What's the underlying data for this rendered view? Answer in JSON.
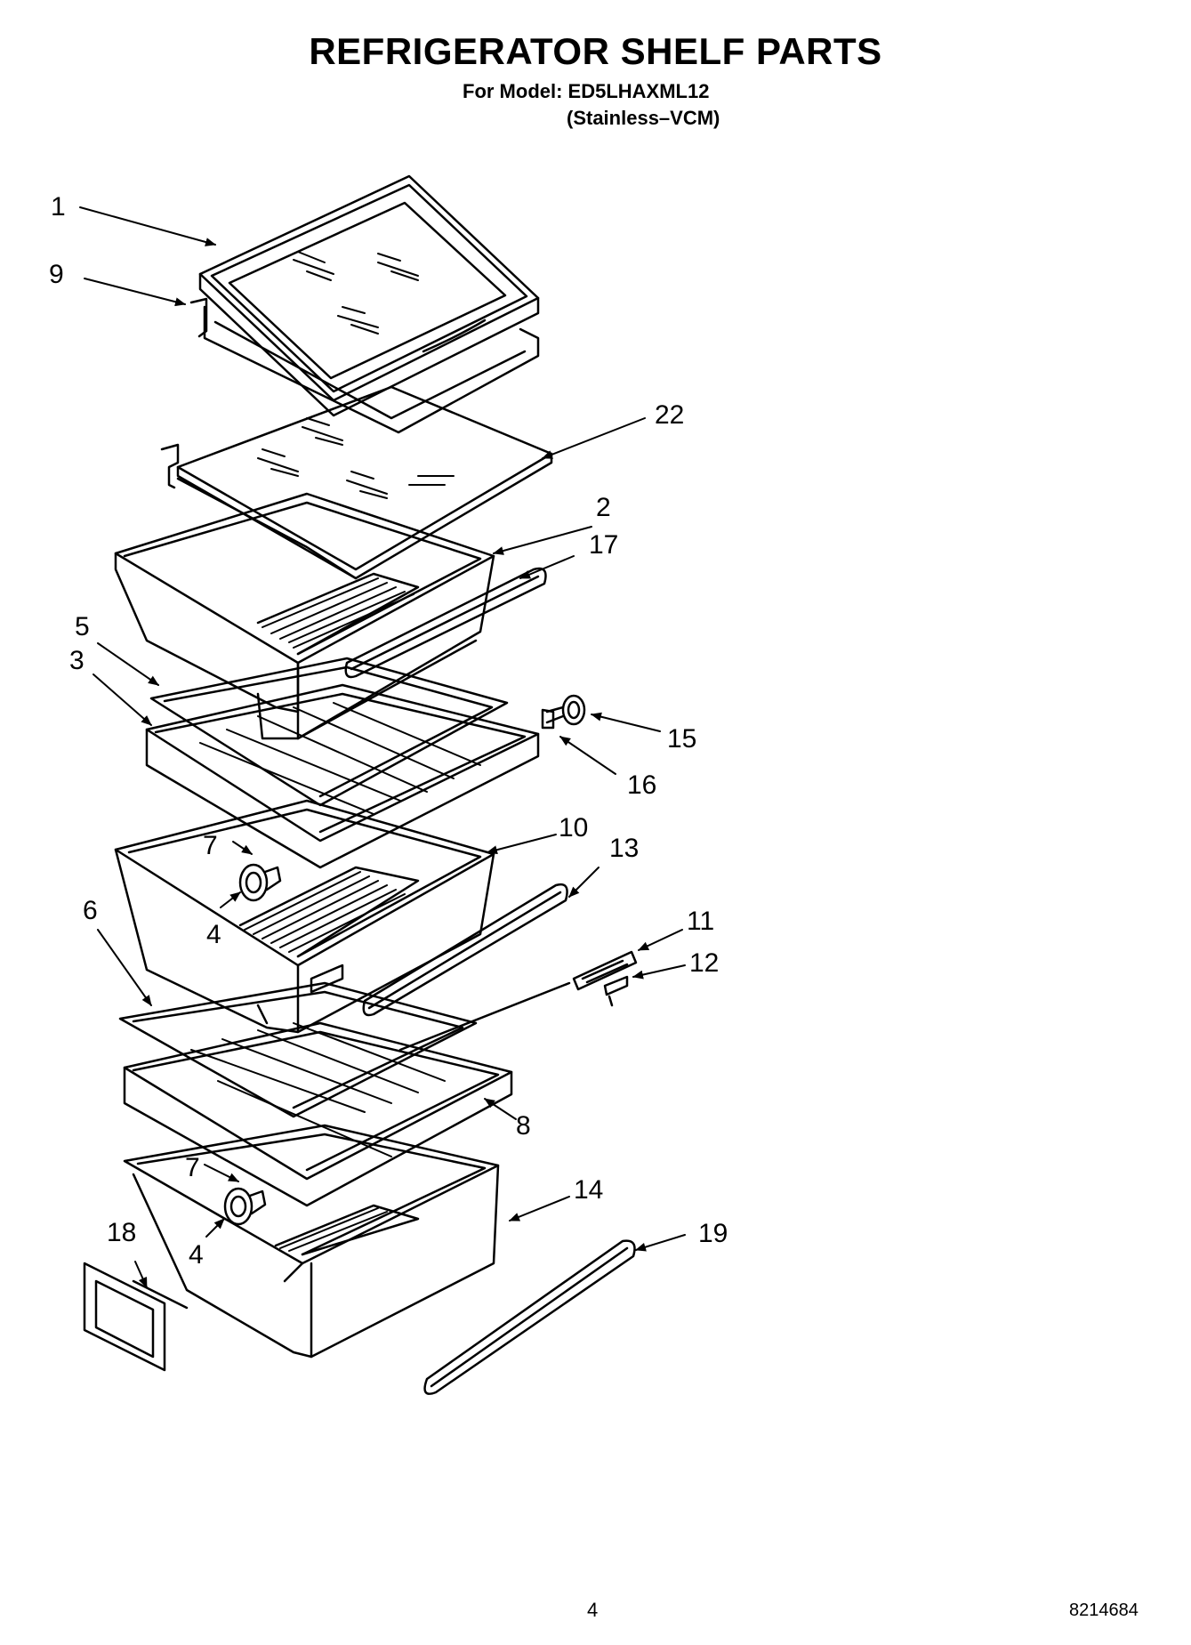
{
  "header": {
    "title": "REFRIGERATOR SHELF PARTS",
    "model_line": "For Model: ED5LHAXML12",
    "finish_line": "(Stainless–VCM)"
  },
  "callouts": {
    "c1": "1",
    "c9": "9",
    "c22": "22",
    "c2": "2",
    "c17": "17",
    "c5": "5",
    "c3": "3",
    "c15": "15",
    "c16": "16",
    "c7a": "7",
    "c10": "10",
    "c13": "13",
    "c4a": "4",
    "c6": "6",
    "c11": "11",
    "c12": "12",
    "c8": "8",
    "c7b": "7",
    "c14": "14",
    "c18": "18",
    "c4b": "4",
    "c19": "19"
  },
  "footer": {
    "page_number": "4",
    "doc_code": "8214684"
  }
}
